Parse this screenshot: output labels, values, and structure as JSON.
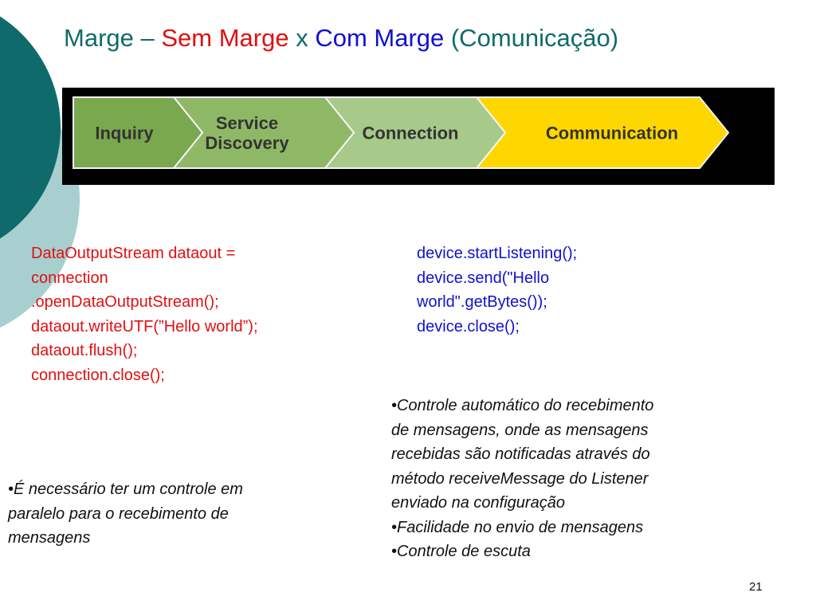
{
  "title": {
    "part1": "Marge – ",
    "part2": "Sem Marge",
    "part3": " x ",
    "part4": "Com Marge",
    "part5": " (Comunicação)"
  },
  "colors": {
    "teal": "#0f6b6b",
    "red": "#e01010",
    "blue": "#1010d0",
    "step_green_dark": "#7aa84e",
    "step_green_mid": "#8fb866",
    "step_green_light": "#a7c98a",
    "step_active": "#ffd700",
    "decor_teal_dark": "#0f6b6b",
    "decor_teal_light": "#a8cfcf"
  },
  "process": {
    "steps": [
      {
        "label_lines": [
          "Inquiry"
        ],
        "active": false
      },
      {
        "label_lines": [
          "Service",
          "Discovery"
        ],
        "active": false
      },
      {
        "label_lines": [
          "Connection"
        ],
        "active": false
      },
      {
        "label_lines": [
          "Communication"
        ],
        "active": true
      }
    ]
  },
  "code_left": {
    "lines": [
      "DataOutputStream dataout =",
      "connection",
      ".openDataOutputStream();",
      "dataout.writeUTF(”Hello world”);",
      "dataout.flush();",
      "connection.close();"
    ]
  },
  "code_right": {
    "lines": [
      "device.startListening();",
      "device.send(\"Hello",
      "world\".getBytes());",
      "device.close();"
    ]
  },
  "bullets_left": {
    "lines": [
      "•É necessário ter um controle em",
      "paralelo para o recebimento de",
      "mensagens"
    ]
  },
  "bullets_right": {
    "lines": [
      "•Controle automático do recebimento",
      "de mensagens, onde as mensagens",
      "recebidas são notificadas através do",
      "método receiveMessage do Listener",
      "enviado na configuração",
      "•Facilidade no envio de mensagens",
      "•Controle de escuta"
    ]
  },
  "page_number": "21"
}
